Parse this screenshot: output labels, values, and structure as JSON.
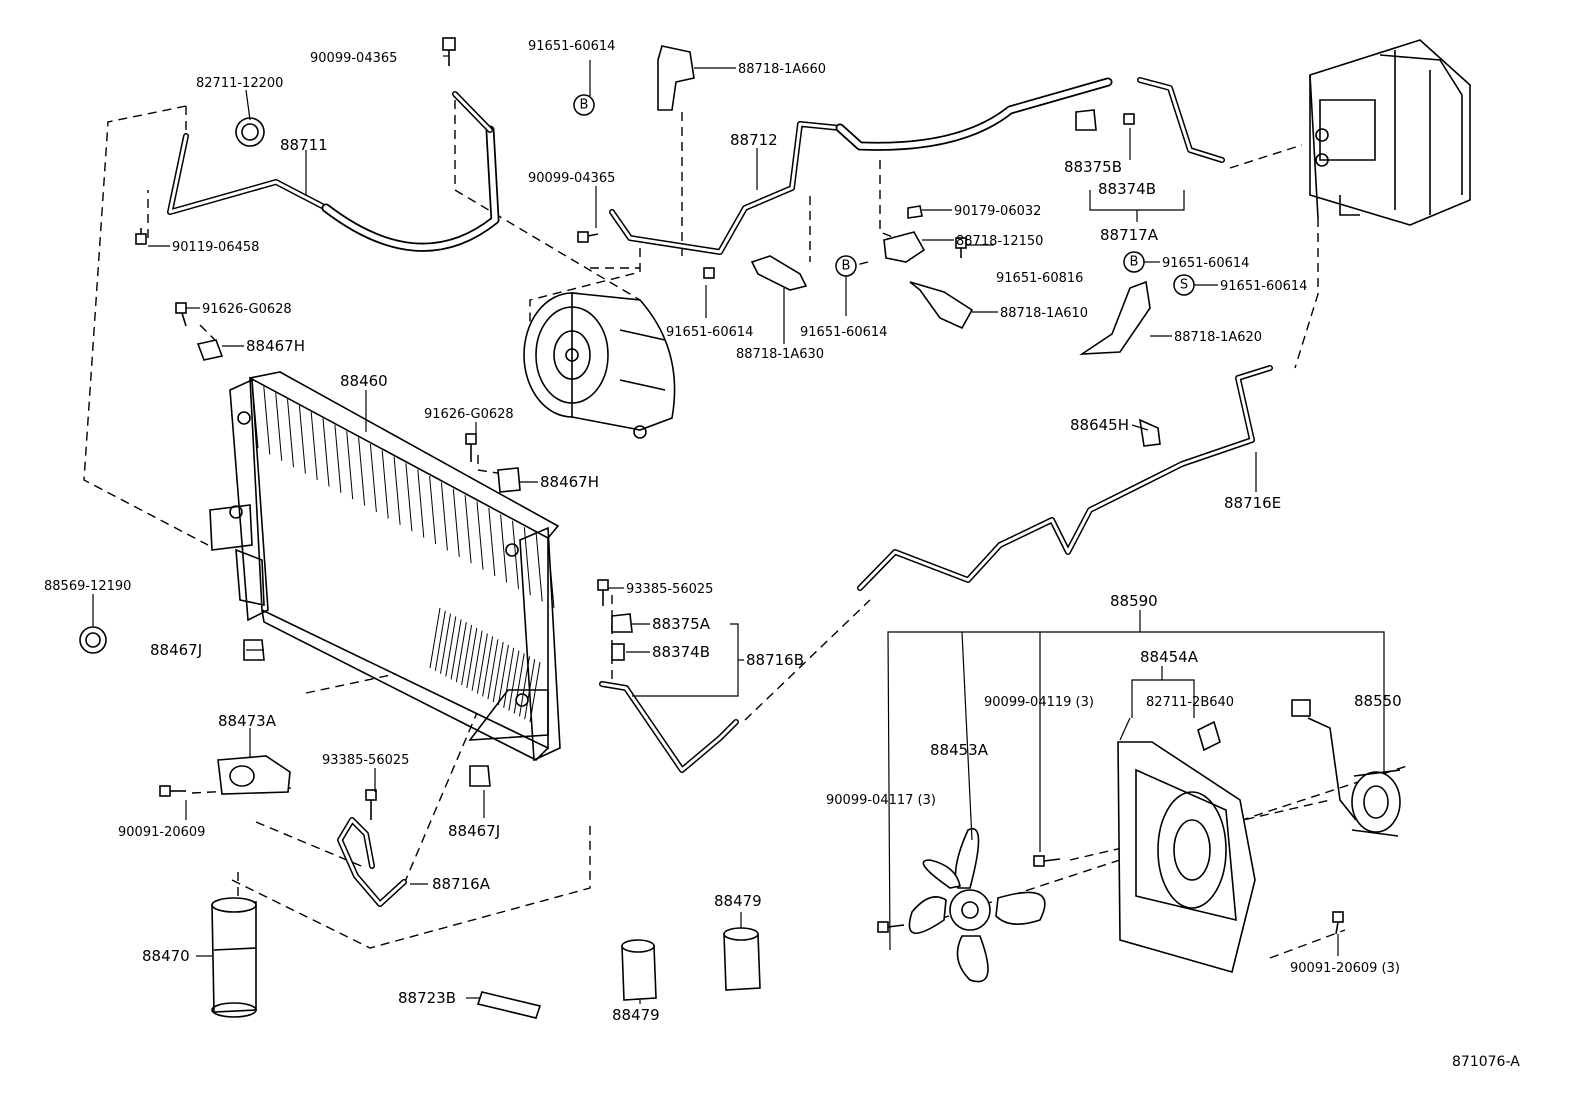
{
  "diagram_code": "871076-A",
  "badges": {
    "b": "B",
    "s": "S"
  },
  "parts": {
    "p90099_04365_top": "90099-04365",
    "p82711_12200": "82711-12200",
    "p88711": "88711",
    "p90119_06458": "90119-06458",
    "p91651_60614_top": "91651-60614",
    "p88718_1A660": "88718-1A660",
    "p88712": "88712",
    "p90099_04365_mid": "90099-04365",
    "p91651_60614_a": "91651-60614",
    "p91651_60614_b": "91651-60614",
    "p88718_1A630": "88718-1A630",
    "p88375B": "88375B",
    "p88374B_top": "88374B",
    "p88717A": "88717A",
    "p90179_06032": "90179-06032",
    "p88718_12150": "88718-12150",
    "p91651_60816": "91651-60816",
    "p88718_1A610": "88718-1A610",
    "p91651_60614_r1": "91651-60614",
    "p91651_60614_r2": "91651-60614",
    "p88718_1A620": "88718-1A620",
    "p91626_G0628_a": "91626-G0628",
    "p88467H_a": "88467H",
    "p88460": "88460",
    "p91626_G0628_b": "91626-G0628",
    "p88467H_b": "88467H",
    "p88645H": "88645H",
    "p88716E": "88716E",
    "p88569_12190": "88569-12190",
    "p88467J_a": "88467J",
    "p93385_56025_a": "93385-56025",
    "p88375A": "88375A",
    "p88374B_mid": "88374B",
    "p88716B": "88716B",
    "p88590": "88590",
    "p88454A": "88454A",
    "p90099_04119": "90099-04119 (3)",
    "p82711_2B640": "82711-2B640",
    "p88550": "88550",
    "p88453A": "88453A",
    "p90099_04117": "90099-04117 (3)",
    "p88473A": "88473A",
    "p90091_20609": "90091-20609",
    "p93385_56025_b": "93385-56025",
    "p88467J_b": "88467J",
    "p88716A": "88716A",
    "p88470": "88470",
    "p88723B": "88723B",
    "p88479_a": "88479",
    "p88479_b": "88479",
    "p90091_20609_3": "90091-20609 (3)"
  }
}
